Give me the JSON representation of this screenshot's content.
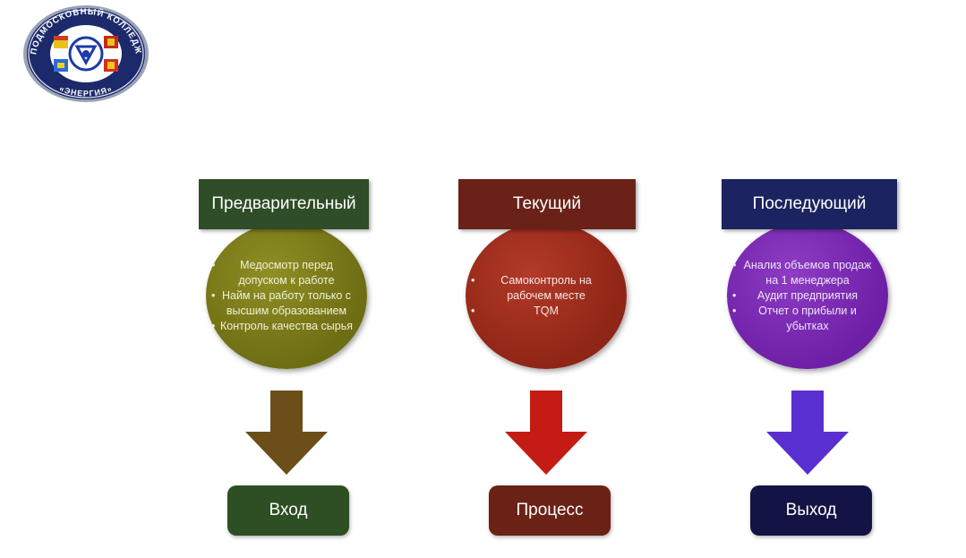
{
  "logo": {
    "ring_text_top": "ПОДМОСКОВНЫЙ КОЛЛЕДЖ",
    "ring_text_bottom": "«ЭНЕРГИЯ»"
  },
  "columns": [
    {
      "header": "Предварительный",
      "items": [
        "Медосмотр перед допуском к работе",
        "Найм на работу только с высшим образованием",
        "Контроль качества сырья"
      ],
      "output": "Вход",
      "colors": {
        "header": "#2f4d26",
        "circle": "#7c7c1c",
        "arrow": "#6b4e18",
        "output": "#2e4e24"
      }
    },
    {
      "header": "Текущий",
      "items": [
        "Самоконтроль на рабочем месте",
        "TQM"
      ],
      "output": "Процесс",
      "colors": {
        "header": "#6a2218",
        "circle": "#9e2c1c",
        "arrow": "#c41c14",
        "output": "#6a2217"
      }
    },
    {
      "header": "Последующий",
      "items": [
        "Анализ объемов продаж на 1 менеджера",
        "Аудит предприятия",
        "Отчет о прибыли и убытках"
      ],
      "output": "Выход",
      "colors": {
        "header": "#1b2360",
        "circle": "#7a2cb4",
        "arrow": "#5a2fd0",
        "output": "#141345"
      }
    }
  ]
}
